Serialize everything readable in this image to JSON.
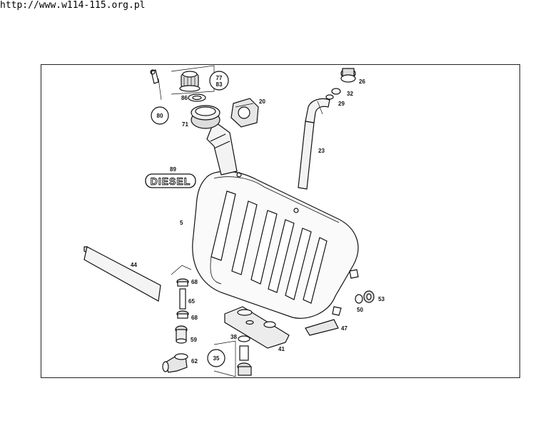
{
  "header": {
    "url_text": "http://www.w114-115.org.pl"
  },
  "diagram": {
    "badge_text": "DIESEL",
    "parts": {
      "p89": "89",
      "p5": "5",
      "p44": "44",
      "p68a": "68",
      "p65": "65",
      "p68b": "68",
      "p59": "59",
      "p62": "62",
      "p38": "38",
      "p35": "35",
      "p41": "41",
      "p47": "47",
      "p50": "50",
      "p53": "53",
      "p23": "23",
      "p26": "26",
      "p32": "32",
      "p29": "29",
      "p20": "20",
      "p71": "71",
      "p86": "86",
      "p80": "80",
      "p77": "77",
      "p83": "83"
    }
  }
}
